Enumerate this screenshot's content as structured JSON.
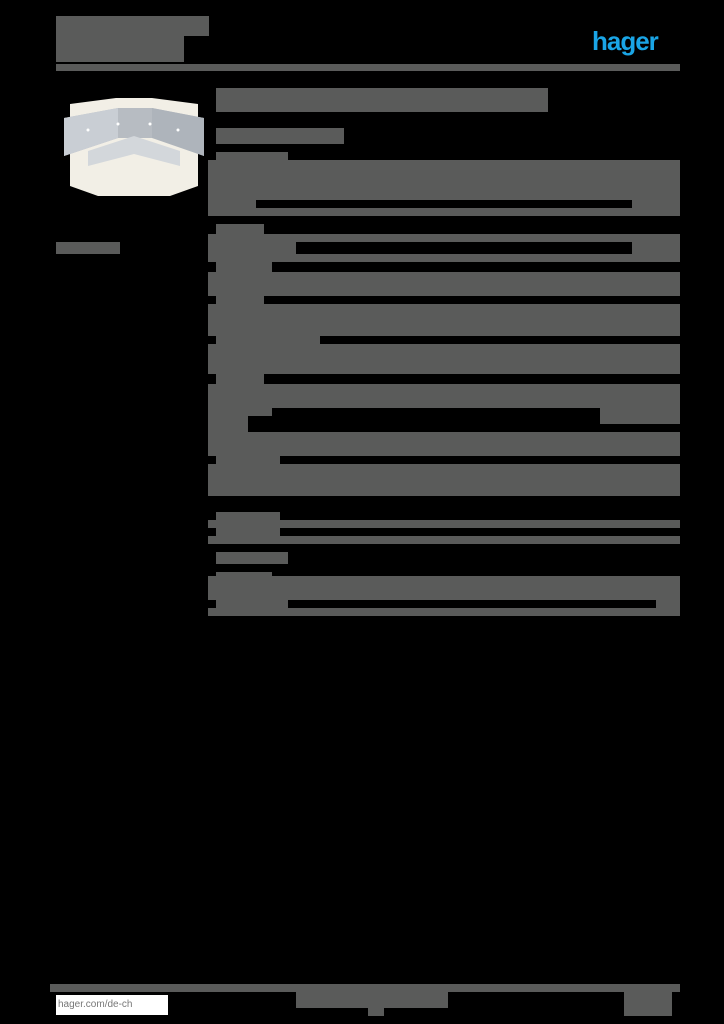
{
  "header": {
    "brand_logo": "hager",
    "brand_color": "#1aa5e6",
    "redaction_color": "#5a5b5a"
  },
  "product": {
    "image": "cable-trunking-external-corner"
  },
  "footer": {
    "url": "hager.com/de-ch"
  }
}
